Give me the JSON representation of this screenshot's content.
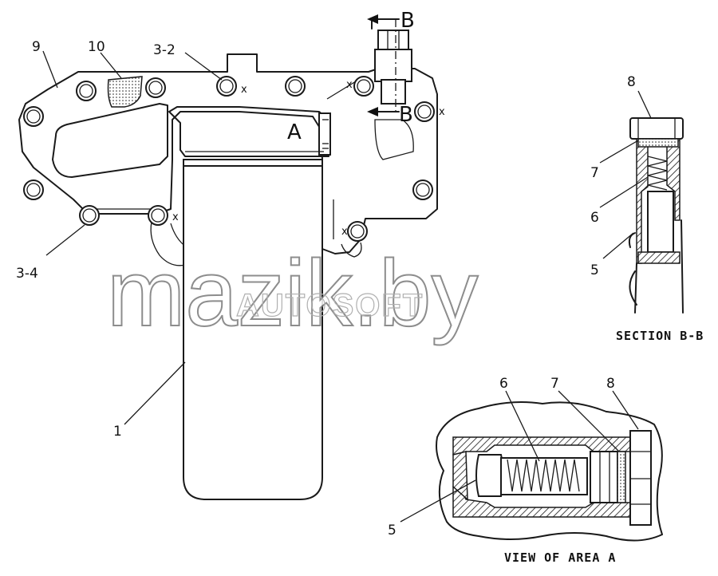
{
  "labels": {
    "l9": "9",
    "l10": "10",
    "l3_2": "3-2",
    "l3_4": "3-4",
    "l1": "1",
    "lA": "A",
    "lB_top": "B",
    "lB_bottom": "B",
    "l8_bb": "8",
    "l7_bb": "7",
    "l6_bb": "6",
    "l5_bb": "5",
    "l6_a": "6",
    "l7_a": "7",
    "l8_a": "8",
    "l5_a": "5",
    "x": "x"
  },
  "captions": {
    "section_bb": "SECTION B-B",
    "view_area_a": "VIEW OF AREA A"
  },
  "watermark": {
    "main": "mazik.by",
    "secondary": "AUTOSOFT"
  }
}
